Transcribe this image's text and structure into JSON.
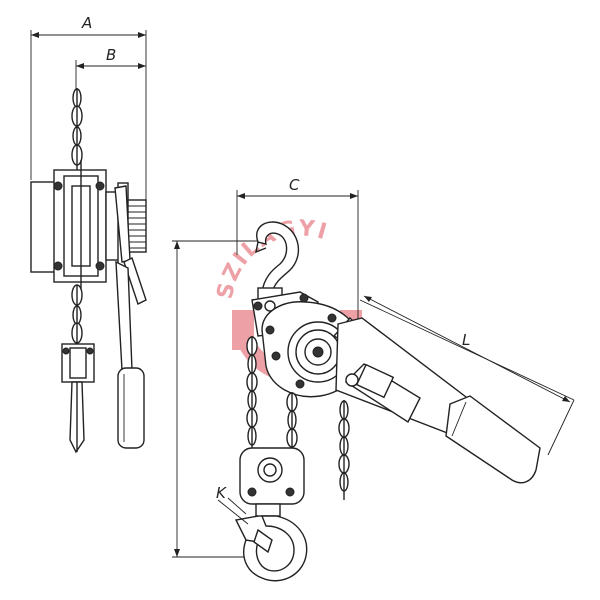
{
  "dimensions": {
    "a": "A",
    "b": "B",
    "c": "C",
    "l": "L",
    "k": "K"
  },
  "watermark": {
    "text": "SZILÁGYI",
    "color": "#e0565f"
  },
  "colors": {
    "line": "#222222",
    "background": "#ffffff"
  }
}
